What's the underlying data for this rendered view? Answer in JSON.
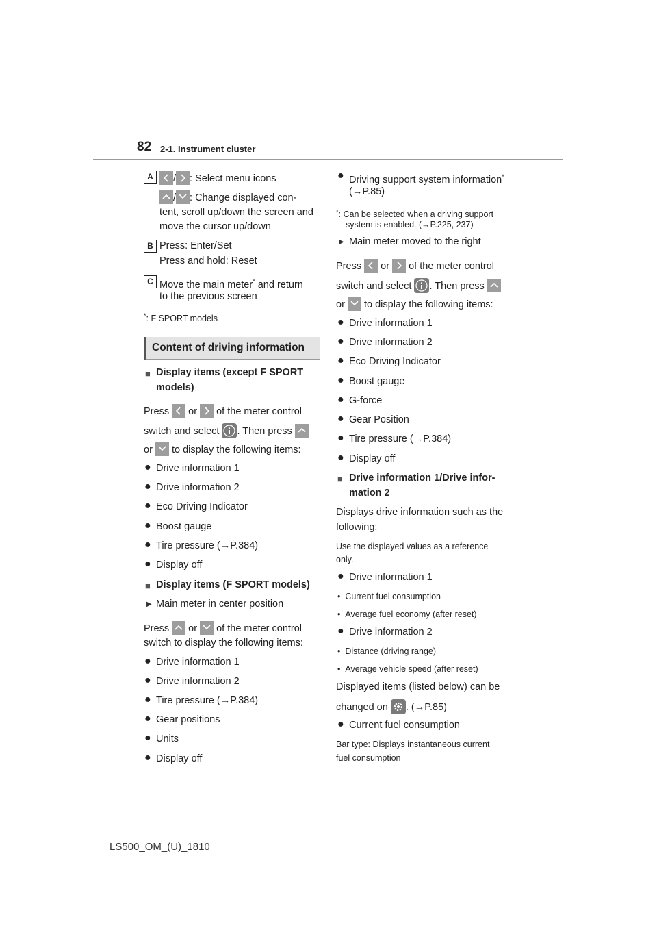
{
  "header": {
    "page_number": "82",
    "section": "2-1. Instrument cluster"
  },
  "left": {
    "a_badge": "A",
    "a_line1_sep": "/",
    "a_line1": ": Select menu icons",
    "a_line2_sep": "/",
    "a_line2": ": Change displayed con-",
    "a_line3": "tent, scroll up/down the screen and",
    "a_line4": "move the cursor up/down",
    "b_badge": "B",
    "b_line1": "Press: Enter/Set",
    "b_line2": "Press and hold: Reset",
    "c_badge": "C",
    "c_line1": "Move the main meter",
    "c_line1_star": "*",
    "c_line1_end": " and return",
    "c_line2": "to the previous screen",
    "footnote_star": "*",
    "footnote": ":  F SPORT models",
    "section_heading": "Content of driving information",
    "display_heading1": "Display items (except F SPORT",
    "display_heading1b": "models)",
    "press1_a": "Press",
    "press1_b": "or",
    "press1_c": "of the meter control",
    "press1_d": "switch and select",
    "press1_e": ". Then press",
    "press1_f": "or",
    "press1_g": "to display the following items:",
    "list1": [
      "Drive information 1",
      "Drive information 2",
      "Eco Driving Indicator",
      "Boost gauge",
      "Tire pressure (→P.384)",
      "Display off"
    ],
    "display_heading2": "Display items (F SPORT models)",
    "sub_heading": "Main meter in center position",
    "press2_a": "Press",
    "press2_b": "or",
    "press2_c": "of the meter control",
    "press2_d": "switch to display the following items:",
    "list2": [
      "Drive information 1",
      "Drive information 2",
      "Tire pressure (→P.384)",
      "Gear positions",
      "Units",
      "Display off"
    ]
  },
  "right": {
    "item_dss": "Driving support system information",
    "item_dss_star": "*",
    "item_dss_ref": "(→P.85)",
    "fn_star": "*",
    "fn_line1": ":  Can be selected when a driving support",
    "fn_line2": "system is enabled. (→P.225, 237)",
    "sub_heading": "Main meter moved to the right",
    "press_a": "Press",
    "press_b": "or",
    "press_c": "of the meter control",
    "press_d": "switch and select",
    "press_e": ". Then press",
    "press_f": "or",
    "press_g": "to display the following items:",
    "list": [
      "Drive information 1",
      "Drive information 2",
      "Eco Driving Indicator",
      "Boost gauge",
      "G-force",
      "Gear Position",
      "Tire pressure (→P.384)",
      "Display off"
    ],
    "di_heading1": "Drive information 1/Drive infor-",
    "di_heading2": "mation 2",
    "di_text1": "Displays drive information such as the",
    "di_text2": "following:",
    "di_note1": "Use the displayed values as a reference",
    "di_note2": "only.",
    "di1": "Drive information 1",
    "di1_items": [
      "Current fuel consumption",
      "Average fuel economy (after reset)"
    ],
    "di2": "Drive information 2",
    "di2_items": [
      "Distance (driving range)",
      "Average vehicle speed (after reset)"
    ],
    "changed1": "Displayed items (listed below) can be",
    "changed2a": "changed on",
    "changed2b": ". (→P.85)",
    "cfc": "Current fuel consumption",
    "bar1": "Bar type: Displays instantaneous current",
    "bar2": "fuel consumption"
  },
  "footer": "LS500_OM_(U)_1810"
}
